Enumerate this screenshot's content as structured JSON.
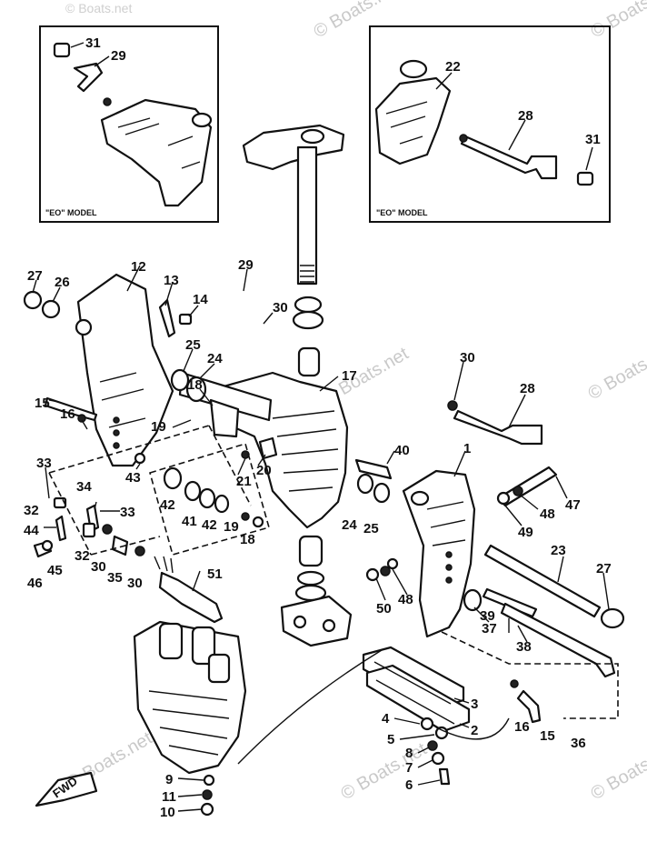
{
  "watermark": "© Boats.net",
  "watermark_center": "© Boats.net",
  "inset_left": {
    "note": "\"EO\" MODEL",
    "labels": [
      "31",
      "29"
    ]
  },
  "inset_right": {
    "note": "\"EO\" MODEL",
    "labels": [
      "22",
      "28",
      "31"
    ]
  },
  "fwd_label": "FWD",
  "callouts": [
    "12",
    "27",
    "26",
    "13",
    "14",
    "29",
    "30",
    "25",
    "24",
    "17",
    "15",
    "16",
    "18",
    "19",
    "33",
    "43",
    "21",
    "20",
    "40",
    "1",
    "30",
    "28",
    "34",
    "32",
    "33",
    "44",
    "42",
    "41",
    "42",
    "19",
    "18",
    "24",
    "25",
    "47",
    "48",
    "49",
    "45",
    "46",
    "32",
    "30",
    "35",
    "30",
    "51",
    "48",
    "50",
    "23",
    "27",
    "39",
    "37",
    "38",
    "36",
    "3",
    "2",
    "4",
    "5",
    "8",
    "7",
    "6",
    "16",
    "15",
    "9",
    "11",
    "10"
  ]
}
